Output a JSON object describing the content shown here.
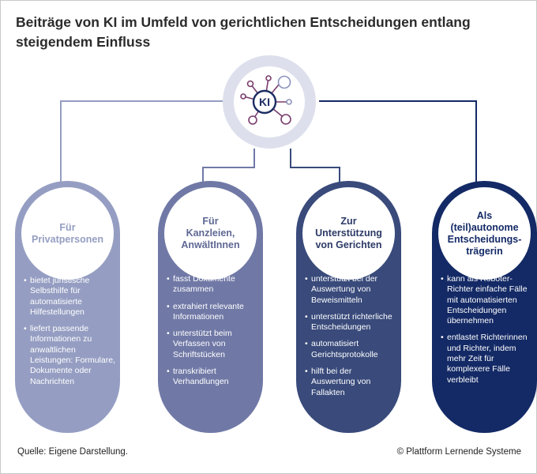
{
  "title": {
    "line1": "Beiträge von KI im Umfeld von gerichtlichen Entscheidungen entlang",
    "line2": "steigendem Einfluss"
  },
  "hub": {
    "label": "KI"
  },
  "columns": [
    {
      "heading": "Für Privatpersonen",
      "heading_lines": [
        "Für",
        "Privatpersonen"
      ],
      "bullets": [
        "bietet juristische Selbsthilfe für automatisierte Hilfestellungen",
        "liefert passende Informationen zu anwaltlichen Leistungen: Formulare, Dokumente oder Nachrichten"
      ],
      "color": "#959ec2"
    },
    {
      "heading": "Für Kanzleien, AnwältInnen",
      "heading_lines": [
        "Für",
        "Kanzleien,",
        "AnwältInnen"
      ],
      "bullets": [
        "fasst Dokumente zusammen",
        "extrahiert relevante Informationen",
        "unterstützt beim Verfassen von Schriftstücken",
        "transkribiert Verhandlungen"
      ],
      "color": "#7079a6"
    },
    {
      "heading": "Zur Unterstützung von Gerichten",
      "heading_lines": [
        "Zur",
        "Unterstützung",
        "von Gerichten"
      ],
      "bullets": [
        "unterstützt bei der Auswertung von Beweismitteln",
        "unterstützt richterliche Entscheidungen",
        "automatisiert Gerichtsprotokolle",
        "hilft bei der Auswertung von Fallakten"
      ],
      "color": "#394a7b"
    },
    {
      "heading": "Als (teil)autonome Entscheidungsträgerin",
      "heading_lines": [
        "Als",
        "(teil)autonome",
        "Entscheidungs-",
        "trägerin"
      ],
      "bullets": [
        "kann als Roboter-Richter einfache Fälle mit automatisierten Entscheidungen übernehmen",
        "entlastet Richterinnen und Richter, indem mehr Zeit für komplexere Fälle verbleibt"
      ],
      "color": "#142a66"
    }
  ],
  "footer": {
    "source": "Quelle: Eigene Darstellung.",
    "copyright": "© Plattform Lernende Systeme"
  }
}
